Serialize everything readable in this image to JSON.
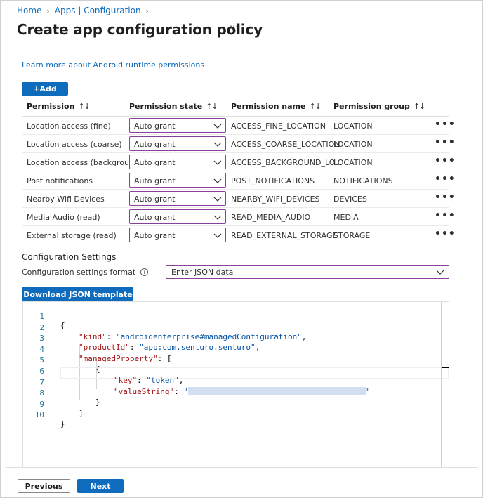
{
  "breadcrumb": [
    {
      "label": "Home"
    },
    {
      "label": "Apps | Configuration"
    }
  ],
  "breadcrumb_sep": "›",
  "page_title": "Create app configuration policy",
  "title_more": "···",
  "learn_link": "Learn more about Android runtime permissions",
  "add_button": "+Add",
  "sort_glyph": "↑↓",
  "permissions_table": {
    "columns": [
      "Permission",
      "Permission state",
      "Permission name",
      "Permission group"
    ],
    "rows": [
      {
        "permission": "Location access (fine)",
        "state": "Auto grant",
        "name": "ACCESS_FINE_LOCATION",
        "group": "LOCATION"
      },
      {
        "permission": "Location access (coarse)",
        "state": "Auto grant",
        "name": "ACCESS_COARSE_LOCATION",
        "group": "LOCATION"
      },
      {
        "permission": "Location access (background)",
        "state": "Auto grant",
        "name": "ACCESS_BACKGROUND_LO...",
        "group": "LOCATION"
      },
      {
        "permission": "Post notifications",
        "state": "Auto grant",
        "name": "POST_NOTIFICATIONS",
        "group": "NOTIFICATIONS"
      },
      {
        "permission": "Nearby Wifi Devices",
        "state": "Auto grant",
        "name": "NEARBY_WIFI_DEVICES",
        "group": "DEVICES"
      },
      {
        "permission": "Media Audio (read)",
        "state": "Auto grant",
        "name": "READ_MEDIA_AUDIO",
        "group": "MEDIA"
      },
      {
        "permission": "External storage (read)",
        "state": "Auto grant",
        "name": "READ_EXTERNAL_STORAGE",
        "group": "STORAGE"
      }
    ],
    "row_more": "•••"
  },
  "config": {
    "section_title": "Configuration Settings",
    "format_label": "Configuration settings format",
    "info_glyph": "i",
    "format_value": "Enter JSON data"
  },
  "download_button": "Download JSON template",
  "editor": {
    "line_numbers": [
      "1",
      "2",
      "3",
      "4",
      "5",
      "6",
      "7",
      "8",
      "9",
      "10"
    ],
    "tokens": {
      "l1_open": "{",
      "l2_key": "\"kind\"",
      "l2_val": "\"androidenterprise#managedConfiguration\"",
      "l3_key": "\"productId\"",
      "l3_val": "\"app:com.senturo.senturo\"",
      "l4_key": "\"managedProperty\"",
      "l4_open": "[",
      "l5_open": "{",
      "l6_key": "\"key\"",
      "l6_val": "\"token\"",
      "l7_key": "\"valueString\"",
      "quote": "\"",
      "l8_close": "}",
      "l9_close": "]",
      "l10_close": "}",
      "colon": ": ",
      "comma": ","
    }
  },
  "footer": {
    "previous": "Previous",
    "next": "Next"
  },
  "colors": {
    "accent": "#0f6cbd",
    "focus_border": "#8a3f9c",
    "json_key": "#a31515",
    "json_string": "#0451a5",
    "line_number": "#237893"
  },
  "icons": {
    "chevron": "chevron-down-icon",
    "info": "info-icon",
    "more": "more-icon",
    "sort": "sort-icon"
  }
}
